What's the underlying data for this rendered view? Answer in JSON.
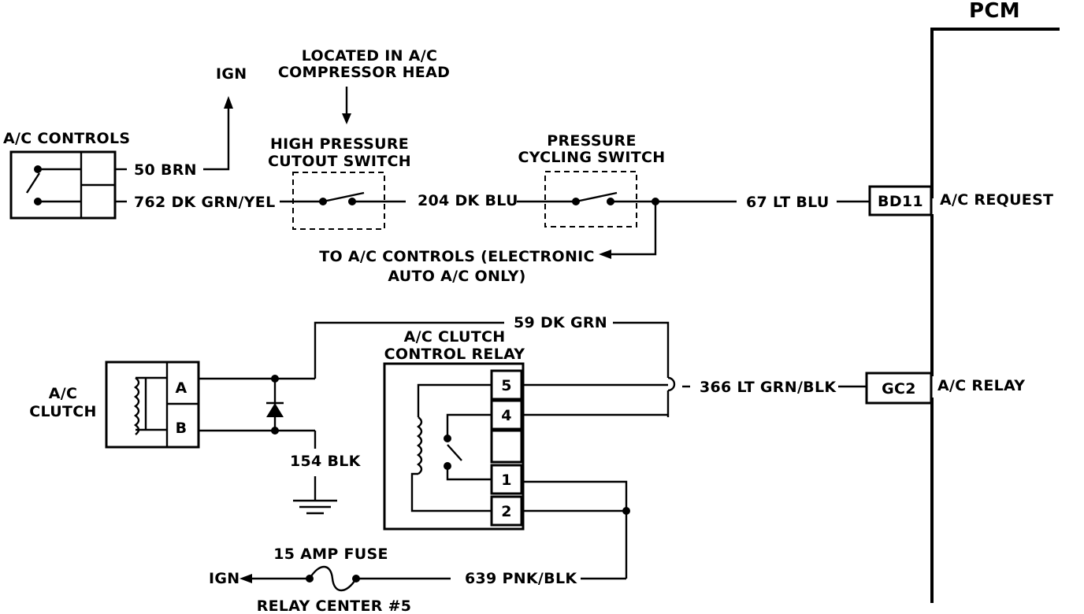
{
  "pcm": {
    "title": "PCM",
    "pins": [
      {
        "code": "BD11",
        "function": "A/C REQUEST"
      },
      {
        "code": "GC2",
        "function": "A/C RELAY"
      }
    ]
  },
  "ac_controls": {
    "label": "A/C CONTROLS",
    "wires": [
      "50 BRN",
      "762 DK GRN/YEL"
    ],
    "ign_label": "IGN"
  },
  "high_pressure_switch": {
    "note_line1": "LOCATED IN A/C",
    "note_line2": "COMPRESSOR HEAD",
    "label_line1": "HIGH PRESSURE",
    "label_line2": "CUTOUT SWITCH"
  },
  "pressure_cycling_switch": {
    "label_line1": "PRESSURE",
    "label_line2": "CYCLING SWITCH"
  },
  "wires": {
    "w204": "204 DK BLU",
    "w67": "67 LT BLU",
    "w59": "59 DK GRN",
    "w366": "366 LT GRN/BLK",
    "w154": "154 BLK",
    "w639": "639 PNK/BLK"
  },
  "electronic_note": {
    "line1": "TO A/C CONTROLS (ELECTRONIC",
    "line2": "AUTO A/C ONLY)"
  },
  "ac_clutch": {
    "label_line1": "A/C",
    "label_line2": "CLUTCH",
    "pins": [
      "A",
      "B"
    ]
  },
  "relay": {
    "label_line1": "A/C CLUTCH",
    "label_line2": "CONTROL RELAY",
    "pins": [
      "5",
      "4",
      "1",
      "2"
    ]
  },
  "fuse": {
    "label": "15 AMP FUSE",
    "ign_label": "IGN",
    "location": "RELAY CENTER #5"
  }
}
